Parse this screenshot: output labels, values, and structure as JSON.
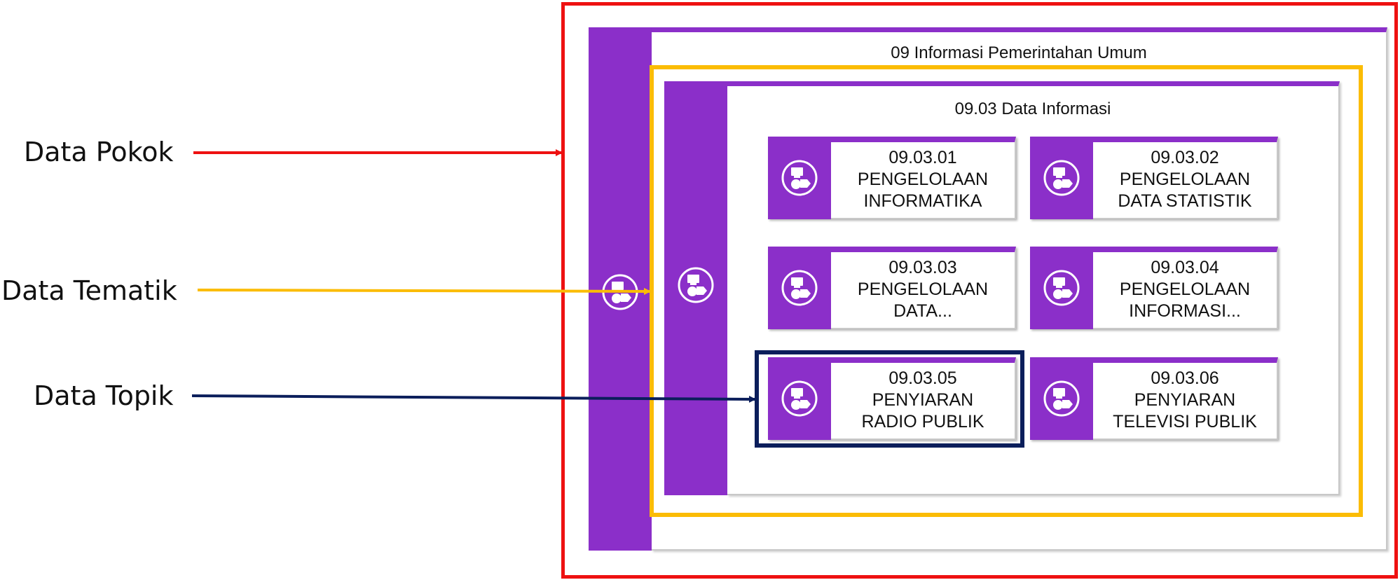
{
  "callouts": [
    {
      "label": "Data Pokok",
      "color": "#ee1111"
    },
    {
      "label": "Data Tematik",
      "color": "#fbbc05"
    },
    {
      "label": "Data Topik",
      "color": "#0b1e5b"
    }
  ],
  "outer_card": {
    "title": "09 Informasi Pemerintahan Umum",
    "icon": "app-icon"
  },
  "inner_card": {
    "title": "09.03 Data Informasi",
    "icon": "app-icon"
  },
  "tiles": [
    {
      "code": "09.03.01",
      "line1": "PENGELOLAAN",
      "line2": "INFORMATIKA",
      "icon": "app-icon"
    },
    {
      "code": "09.03.02",
      "line1": "PENGELOLAAN",
      "line2": "DATA STATISTIK",
      "icon": "app-icon"
    },
    {
      "code": "09.03.03",
      "line1": "PENGELOLAAN",
      "line2": "DATA...",
      "icon": "app-icon"
    },
    {
      "code": "09.03.04",
      "line1": "PENGELOLAAN",
      "line2": "INFORMASI...",
      "icon": "app-icon"
    },
    {
      "code": "09.03.05",
      "line1": "PENYIARAN",
      "line2": "RADIO PUBLIK",
      "icon": "app-icon"
    },
    {
      "code": "09.03.06",
      "line1": "PENYIARAN",
      "line2": "TELEVISI PUBLIK",
      "icon": "app-icon"
    }
  ],
  "colors": {
    "purple": "#8b2fc9",
    "pokok": "#ee1111",
    "tematik": "#fbbc05",
    "topik": "#0b1e5b"
  }
}
